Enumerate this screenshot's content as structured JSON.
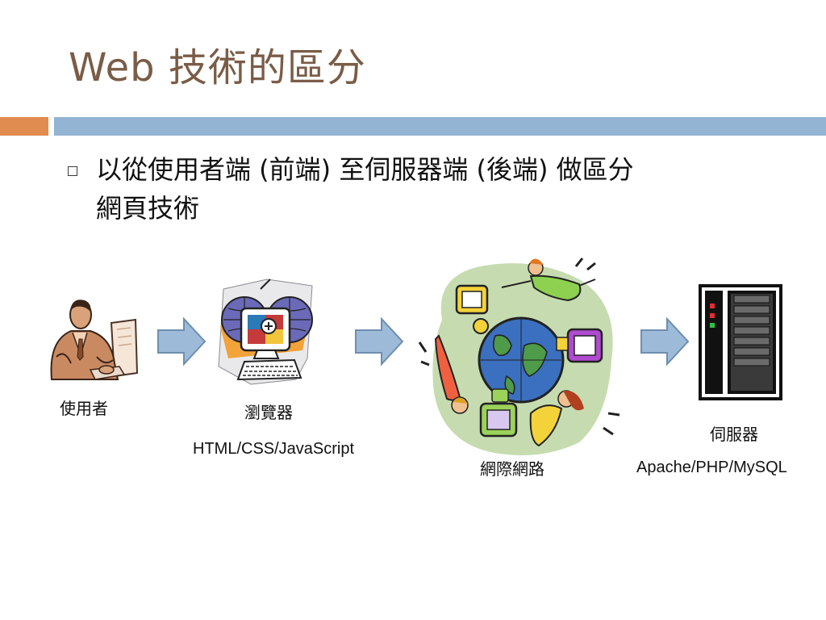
{
  "title": "Web 技術的區分",
  "bullet": {
    "line1": "以從使用者端 (前端) 至伺服器端 (後端) 做區分",
    "line2": "網頁技術"
  },
  "diagram": {
    "user": {
      "label": "使用者"
    },
    "browser": {
      "label": "瀏覽器",
      "tech": "HTML/CSS/JavaScript"
    },
    "internet": {
      "label": "網際網路"
    },
    "server": {
      "label": "伺服器",
      "tech": "Apache/PHP/MySQL"
    }
  },
  "colors": {
    "title": "#7a5c47",
    "accent_orange": "#e08b4f",
    "accent_blue": "#93b4d3",
    "arrow_fill": "#9dbbd8",
    "arrow_stroke": "#6e8eb0"
  }
}
